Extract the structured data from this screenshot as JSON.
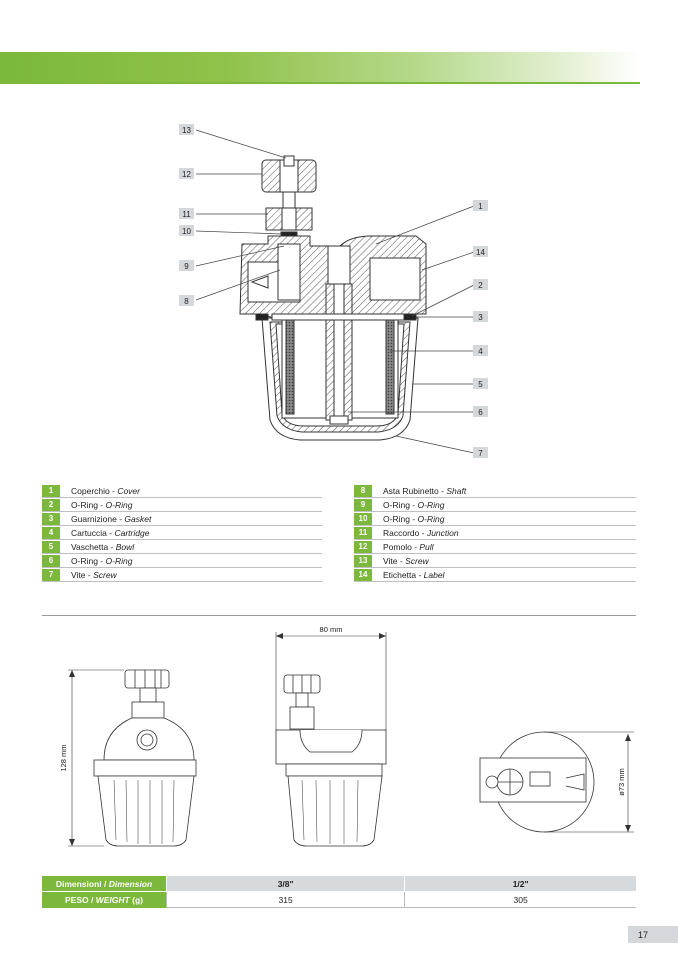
{
  "callouts": [
    "13",
    "12",
    "11",
    "10",
    "9",
    "8",
    "1",
    "14",
    "2",
    "3",
    "4",
    "5",
    "6",
    "7"
  ],
  "parts_left": [
    {
      "num": "1",
      "it": "Coperchio",
      "en": "Cover"
    },
    {
      "num": "2",
      "it": "O-Ring",
      "en": "O-Ring"
    },
    {
      "num": "3",
      "it": "Guarnizione",
      "en": "Gasket"
    },
    {
      "num": "4",
      "it": "Cartuccia",
      "en": "Cartridge"
    },
    {
      "num": "5",
      "it": "Vaschetta",
      "en": "Bowl"
    },
    {
      "num": "6",
      "it": "O-Ring",
      "en": "O-Ring"
    },
    {
      "num": "7",
      "it": "Vite",
      "en": "Screw"
    }
  ],
  "parts_right": [
    {
      "num": "8",
      "it": "Asta Rubinetto",
      "en": "Shaft"
    },
    {
      "num": "9",
      "it": "O-Ring",
      "en": "O-Ring"
    },
    {
      "num": "10",
      "it": "O-Ring",
      "en": "O-Ring"
    },
    {
      "num": "11",
      "it": "Raccordo",
      "en": "Junction"
    },
    {
      "num": "12",
      "it": "Pomolo",
      "en": "Pull"
    },
    {
      "num": "13",
      "it": "Vite",
      "en": "Screw"
    },
    {
      "num": "14",
      "it": "Etichetta",
      "en": "Label"
    }
  ],
  "dimensions": {
    "height": "128 mm",
    "width": "80 mm",
    "diameter": "ø73 mm"
  },
  "spec_table": {
    "row1_label_it": "Dimensioni /",
    "row1_label_en": "Dimension",
    "row2_label_it": "PESO /",
    "row2_label_en": "WEIGHT",
    "row2_unit": "(g)",
    "sizes": [
      "3/8\"",
      "1/2\""
    ],
    "weights": [
      "315",
      "305"
    ]
  },
  "page_number": "17"
}
